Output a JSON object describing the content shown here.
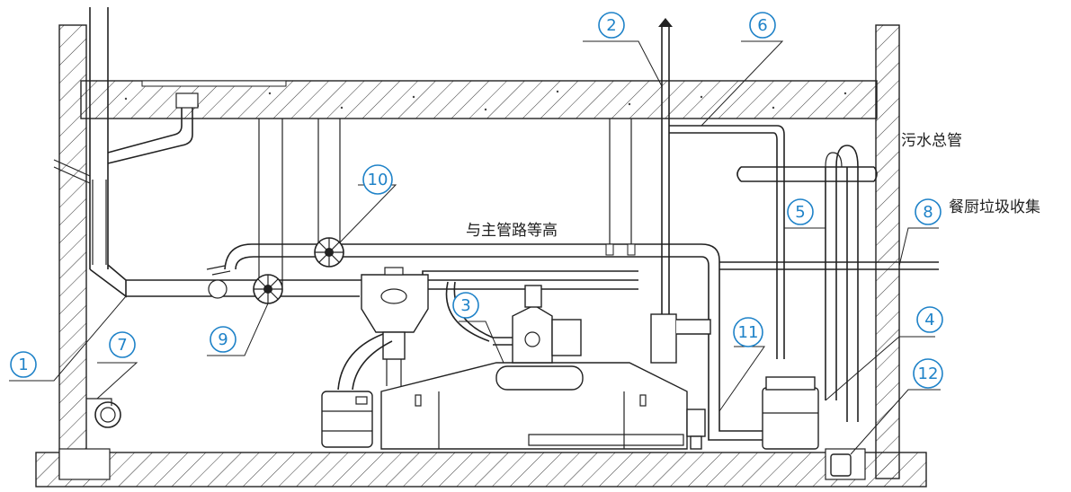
{
  "colors": {
    "callout": "#1e82c8",
    "line": "#222222",
    "hatch": "#333333"
  },
  "labels": {
    "sewage_main": "污水总管",
    "kitchen_waste": "餐厨垃圾收集",
    "same_height": "与主管路等高"
  },
  "callouts": [
    {
      "num": "1"
    },
    {
      "num": "2"
    },
    {
      "num": "3"
    },
    {
      "num": "4"
    },
    {
      "num": "5"
    },
    {
      "num": "6"
    },
    {
      "num": "7"
    },
    {
      "num": "8"
    },
    {
      "num": "9"
    },
    {
      "num": "10"
    },
    {
      "num": "11"
    },
    {
      "num": "12"
    }
  ]
}
